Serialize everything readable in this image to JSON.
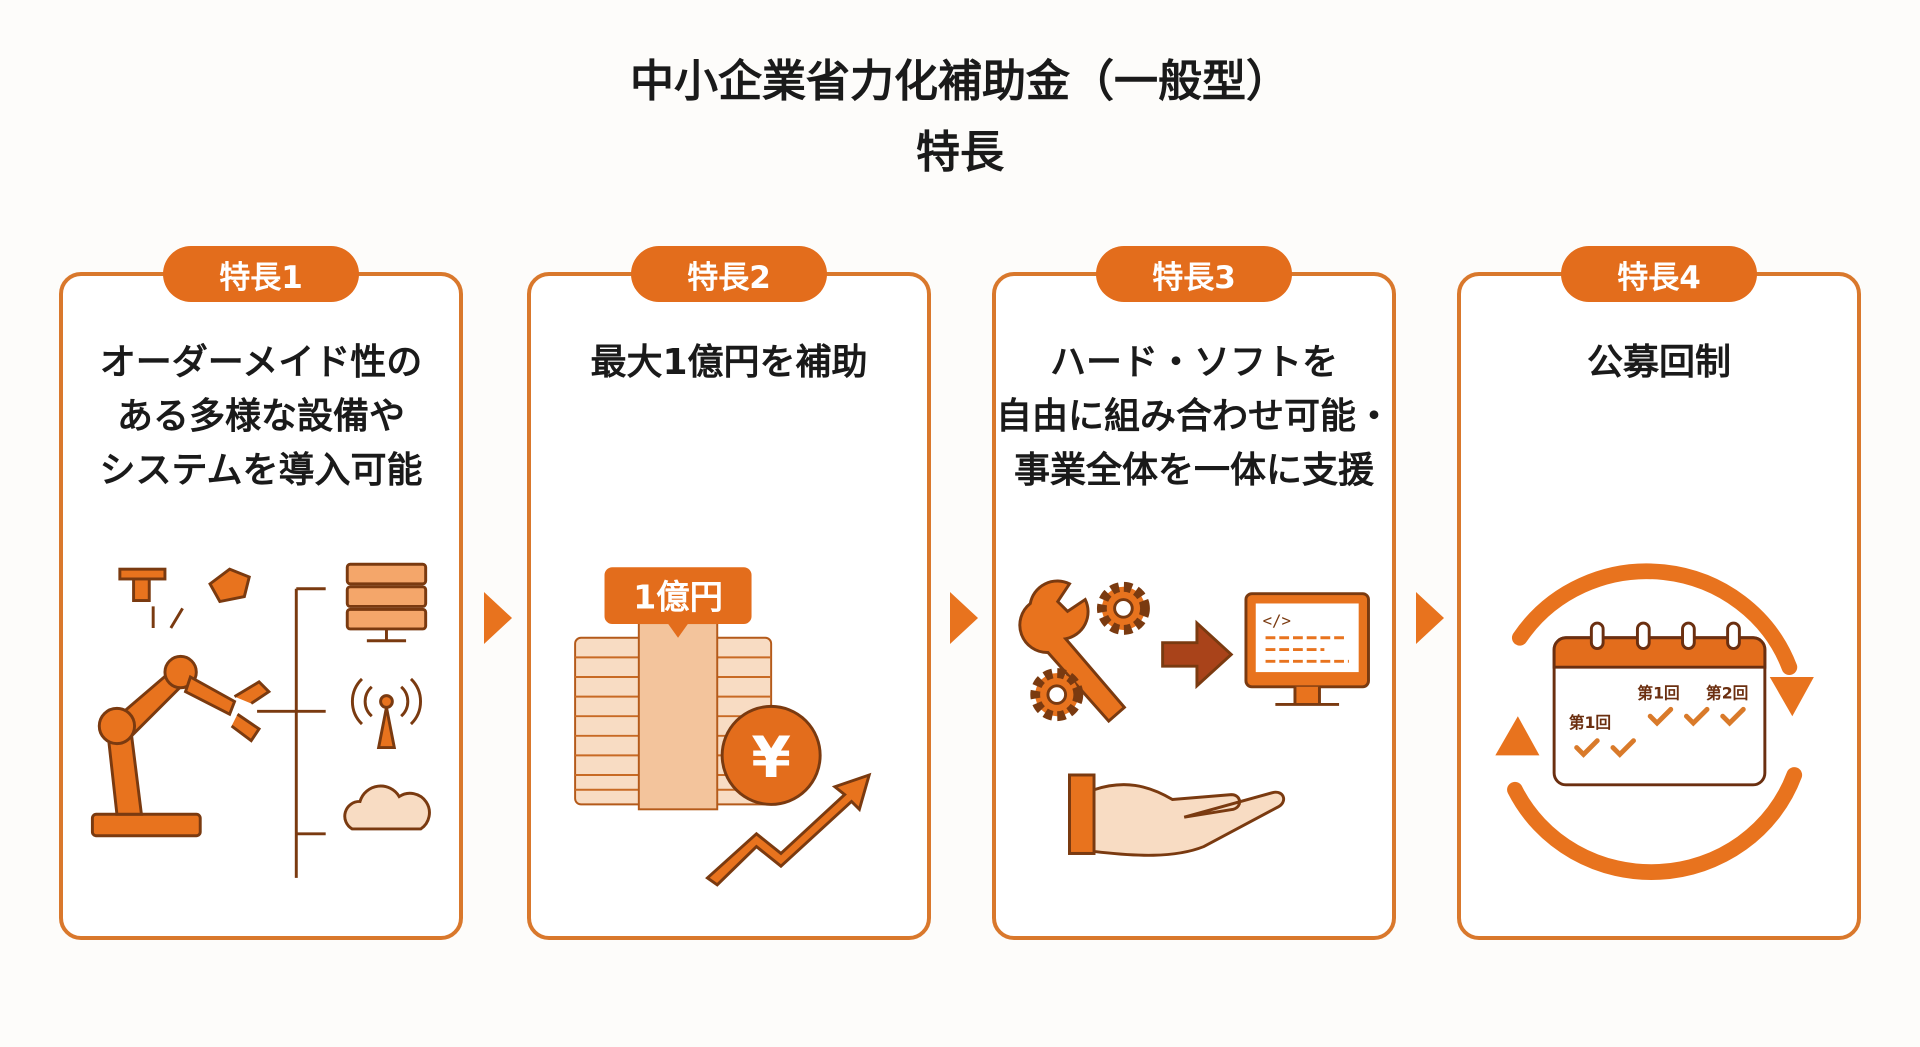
{
  "title": {
    "line1": "中小企業省力化補助金（一般型）",
    "line2": "特長"
  },
  "colors": {
    "accent": "#e36d1c",
    "border": "#d9782c",
    "dark": "#7a3a10",
    "light": "#f8dcc3"
  },
  "cards": [
    {
      "badge": "特長1",
      "lines": [
        "オーダーメイド性の",
        "ある多様な設備や",
        "システムを導入可能"
      ],
      "icons": [
        "robot-arm-icon",
        "server-icon",
        "antenna-icon",
        "cloud-icon"
      ]
    },
    {
      "badge": "特長2",
      "lines": [
        "最大1億円を補助"
      ],
      "icons": [
        "money-stack-icon",
        "yen-coin-icon",
        "trend-up-arrow-icon"
      ],
      "tag": "1億円",
      "coin": "¥"
    },
    {
      "badge": "特長3",
      "lines": [
        "ハード・ソフトを",
        "自由に組み合わせ可能・",
        "事業全体を一体に支援"
      ],
      "icons": [
        "wrench-gear-icon",
        "computer-icon",
        "open-hand-icon"
      ],
      "code": "</>"
    },
    {
      "badge": "特長4",
      "lines": [
        "公募回制"
      ],
      "icons": [
        "calendar-icon",
        "cycle-arrows-icon"
      ],
      "labels": [
        "第1回",
        "第1回",
        "第2回"
      ]
    }
  ]
}
